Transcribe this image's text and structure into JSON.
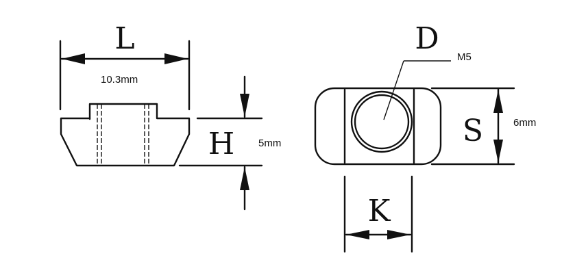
{
  "labels": {
    "L": "L",
    "H": "H",
    "D": "D",
    "S": "S",
    "K": "K"
  },
  "values": {
    "length": "10.3mm",
    "height": "5mm",
    "thread": "M5",
    "width": "6mm"
  }
}
